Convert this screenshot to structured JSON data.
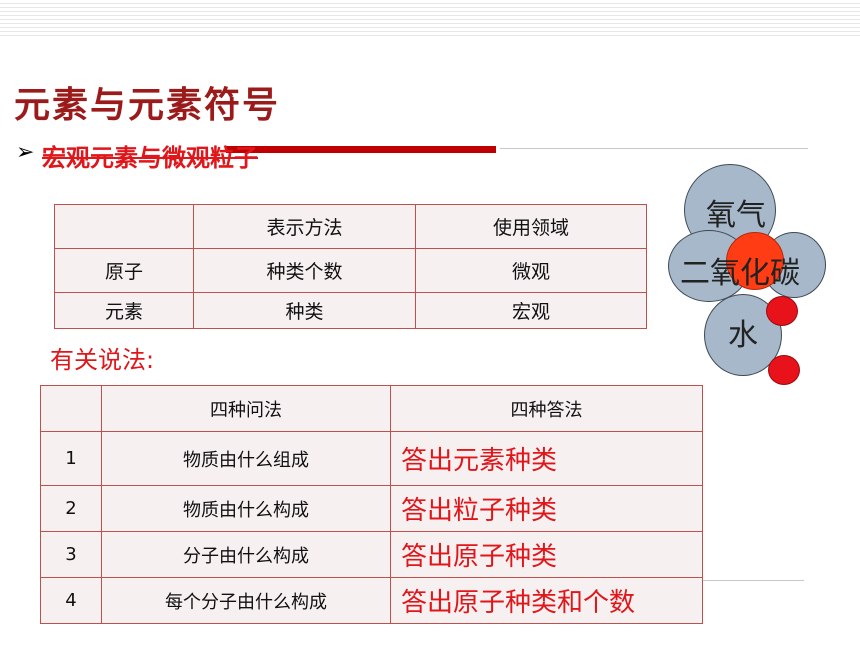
{
  "title": "元素与元素符号",
  "subtitle": "宏观元素与微观粒子",
  "table1": {
    "headers": [
      "",
      "表示方法",
      "使用领域"
    ],
    "rows": [
      [
        "原子",
        "种类个数",
        "微观"
      ],
      [
        "元素",
        "种类",
        "宏观"
      ]
    ]
  },
  "related_label": "有关说法:",
  "table2": {
    "headers": [
      "",
      "四种问法",
      "四种答法"
    ],
    "rows": [
      [
        "1",
        "物质由什么组成",
        "答出元素种类"
      ],
      [
        "2",
        "物质由什么构成",
        "答出粒子种类"
      ],
      [
        "3",
        "分子由什么构成",
        "答出原子种类"
      ],
      [
        "4",
        "每个分子由什么构成",
        "答出原子种类和个数"
      ]
    ]
  },
  "bubbles": {
    "oxygen": "氧气",
    "co2": "二氧化碳",
    "water": "水"
  },
  "colors": {
    "title": "#9b1b1b",
    "accent_red": "#e0161a",
    "table_border": "#c0504d",
    "bubble": "#a6b8c9"
  }
}
